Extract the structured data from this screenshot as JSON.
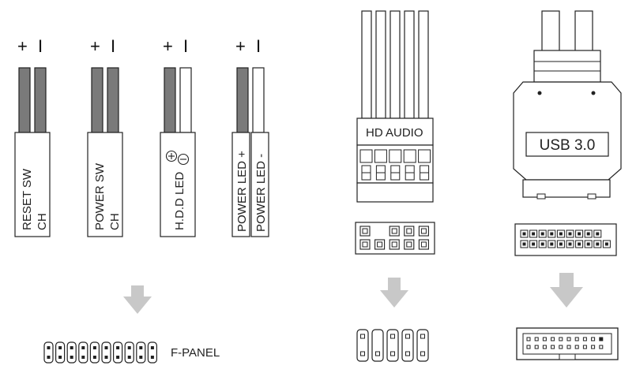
{
  "front_panel": {
    "polarity_plus": "+",
    "polarity_minus": "I",
    "connectors": [
      {
        "lines": [
          "RESET SW",
          "CH"
        ]
      },
      {
        "lines": [
          "POWER SW",
          "CH"
        ]
      },
      {
        "lines": [
          "H.D.D LED"
        ]
      },
      {
        "lines": [
          "POWER LED +",
          "POWER LED -"
        ]
      }
    ],
    "header_label": "F-PANEL"
  },
  "hd_audio": {
    "label": "HD AUDIO"
  },
  "usb3": {
    "label": "USB 3.0"
  },
  "colors": {
    "wire_dark": "#7a7a7a",
    "wire_light": "#ffffff",
    "outline": "#222222",
    "arrow": "#c8c8c8"
  },
  "icons": [
    "plus-circle-icon",
    "minus-circle-icon",
    "down-arrow-icon",
    "pin-header-icon"
  ]
}
